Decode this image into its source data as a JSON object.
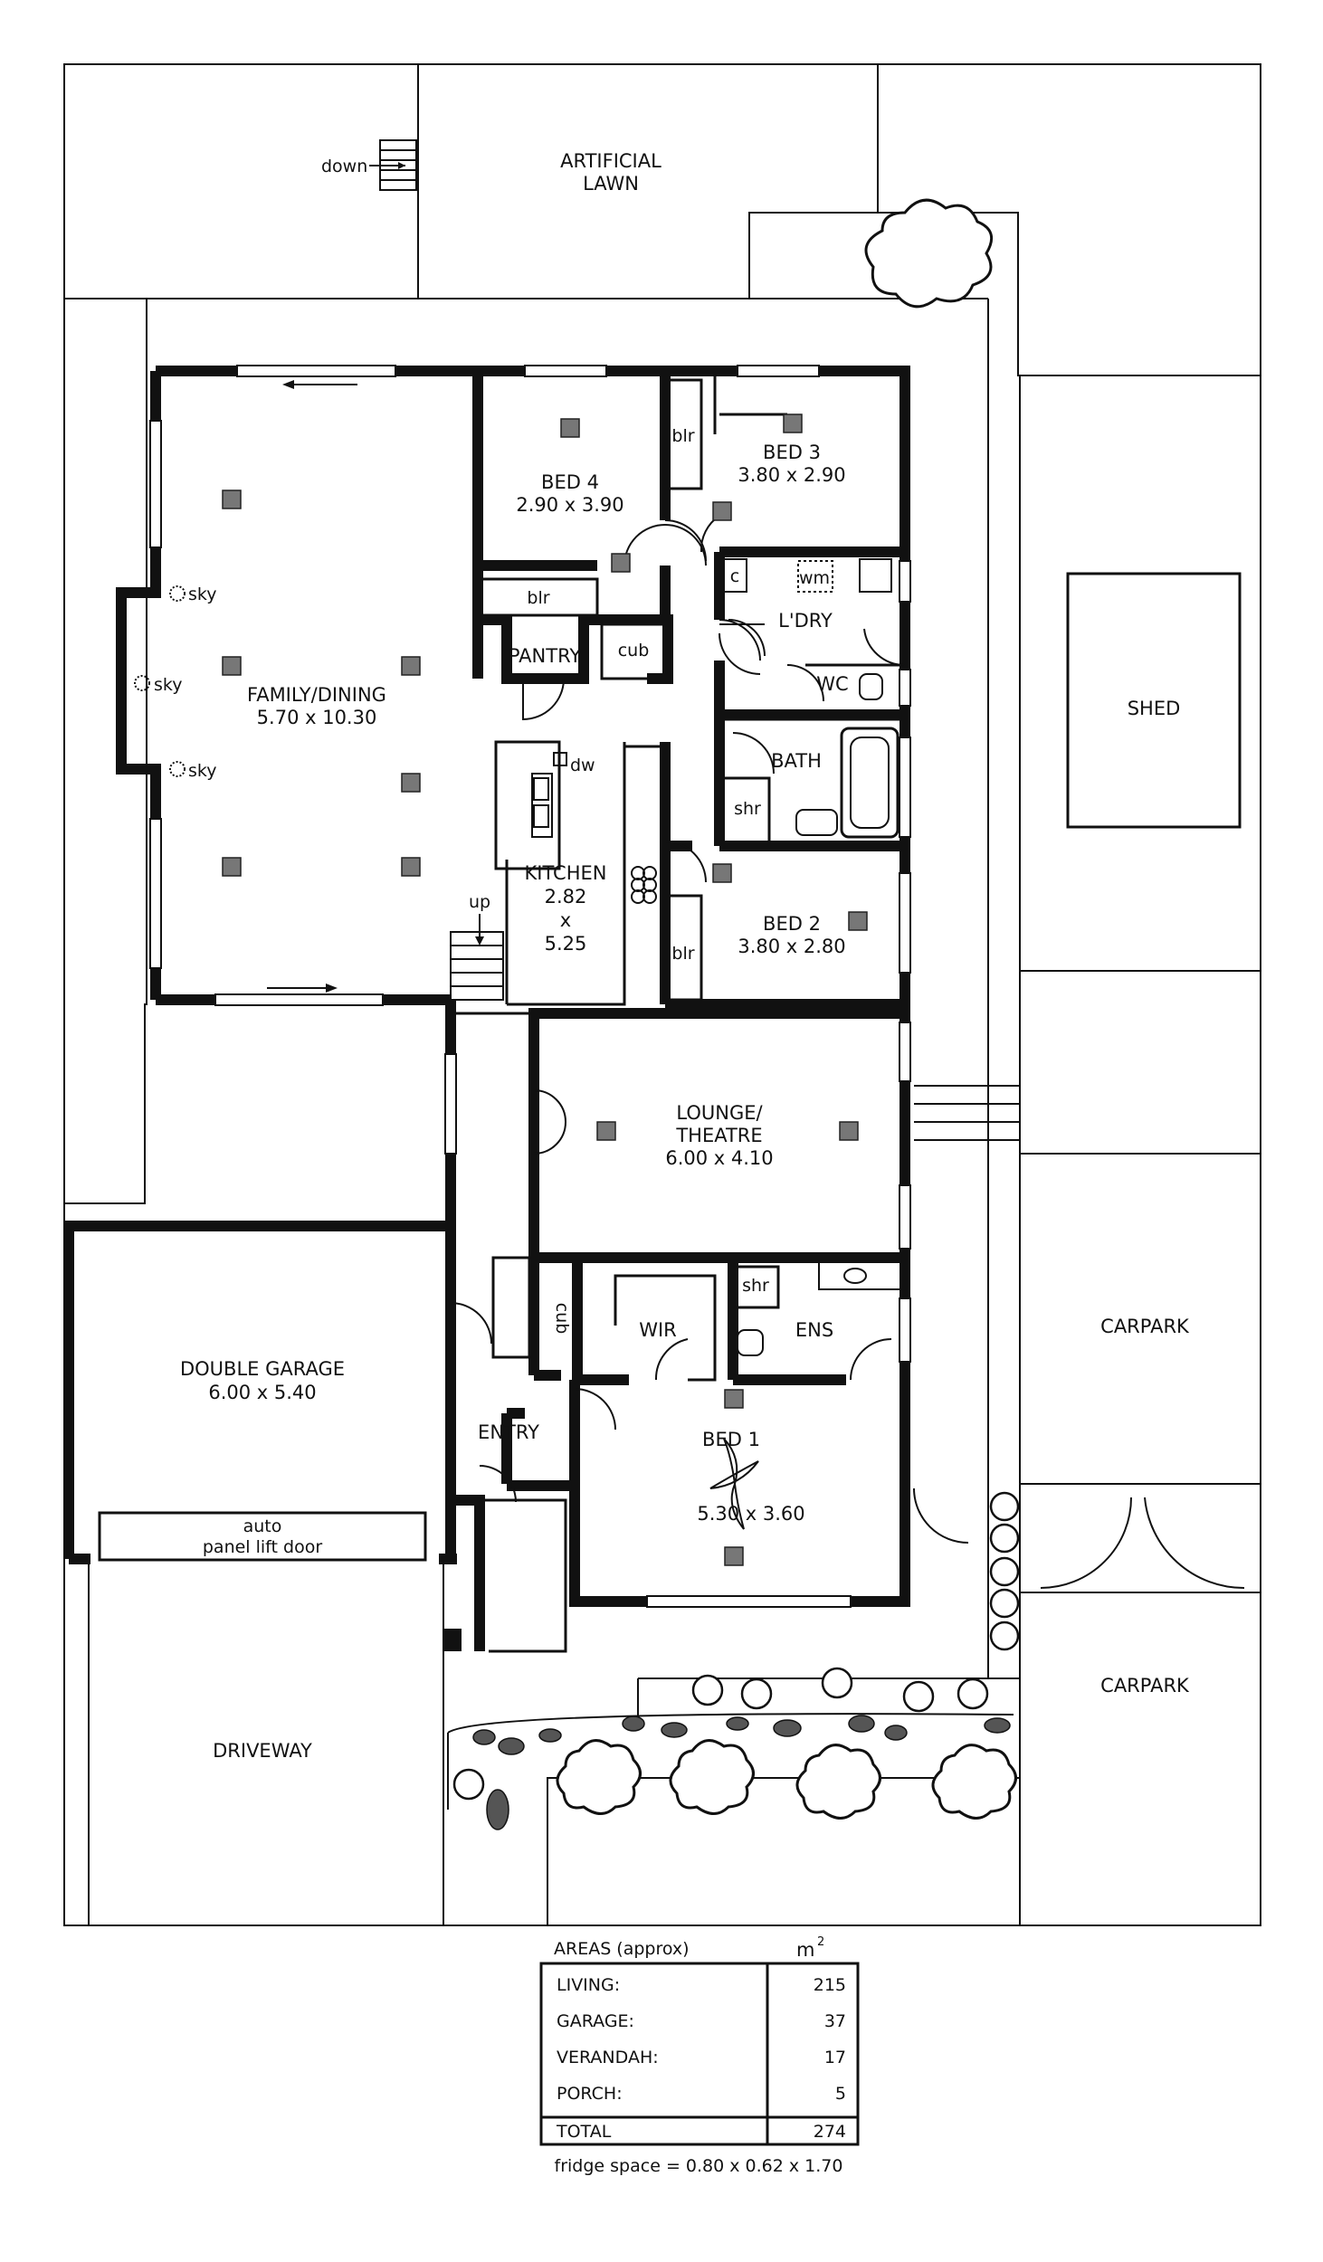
{
  "site": {
    "artificial_lawn_line1": "ARTIFICIAL",
    "artificial_lawn_line2": "LAWN",
    "down": "down",
    "shed": "SHED",
    "carpark_1": "CARPARK",
    "carpark_2": "CARPARK",
    "driveway": "DRIVEWAY"
  },
  "rooms": {
    "family_dining": {
      "name": "FAMILY/DINING",
      "size": "5.70 x 10.30"
    },
    "sky": "sky",
    "bed4": {
      "name": "BED 4",
      "size": "2.90 x 3.90"
    },
    "bed3": {
      "name": "BED 3",
      "size": "3.80 x 2.90"
    },
    "blr": "blr",
    "pantry": "PANTRY",
    "cub": "cub",
    "laundry": "L'DRY",
    "c": "c",
    "wm": "wm",
    "wc": "WC",
    "bath": "BATH",
    "shr": "shr",
    "kitchen": {
      "name": "KITCHEN",
      "size_line1": "2.82",
      "size_line2": "x",
      "size_line3": "5.25"
    },
    "dw": "dw",
    "up": "up",
    "bed2": {
      "name": "BED 2",
      "size": "3.80 x 2.80"
    },
    "lounge": {
      "name_line1": "LOUNGE/",
      "name_line2": "THEATRE",
      "size": "6.00 x 4.10"
    },
    "double_garage": {
      "name": "DOUBLE GARAGE",
      "size": "6.00 x 5.40"
    },
    "garage_door_line1": "auto",
    "garage_door_line2": "panel lift door",
    "wir": "WIR",
    "ens": "ENS",
    "entry": "ENTRY",
    "bed1": {
      "name": "BED 1",
      "size": "5.30 x 3.60"
    }
  },
  "areas": {
    "title": "AREAS (approx)",
    "unit": "m",
    "unit_sup": "2",
    "rows": [
      {
        "label": "LIVING:",
        "value": "215"
      },
      {
        "label": "GARAGE:",
        "value": "37"
      },
      {
        "label": "VERANDAH:",
        "value": "17"
      },
      {
        "label": "PORCH:",
        "value": "5"
      }
    ],
    "total_label": "TOTAL",
    "total_value": "274",
    "fridge_note": "fridge space = 0.80 x 0.62 x 1.70"
  }
}
